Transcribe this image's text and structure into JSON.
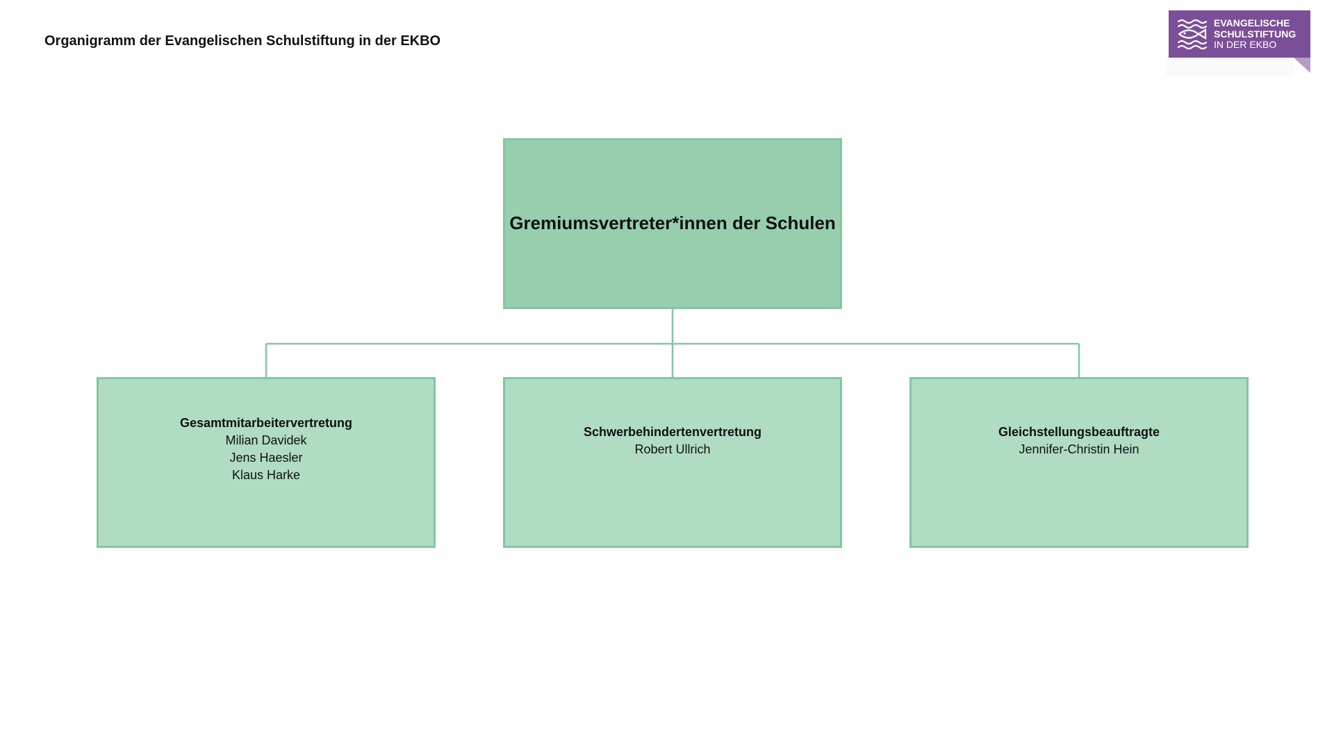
{
  "page": {
    "title": "Organigramm der Evangelischen Schulstiftung in der EKBO"
  },
  "logo": {
    "line1": "EVANGELISCHE",
    "line2": "SCHULSTIFTUNG",
    "line3": "IN DER EKBO",
    "color": "#7b4f97"
  },
  "org": {
    "root": {
      "title": "Gremiumsvertreter*innen der Schulen"
    },
    "children": [
      {
        "title": "Gesamtmitarbeitervertretung",
        "members": [
          "Milian Davidek",
          "Jens Haesler",
          "Klaus Harke"
        ]
      },
      {
        "title": "Schwerbehindertenvertretung",
        "members": [
          "Robert Ullrich"
        ]
      },
      {
        "title": "Gleichstellungsbeauftragte",
        "members": [
          "Jennifer-Christin Hein"
        ]
      }
    ]
  },
  "colors": {
    "root_fill": "#96ceae",
    "child_fill": "#b0dcc4",
    "border": "#82c6a2",
    "connector": "#82c6a2"
  }
}
